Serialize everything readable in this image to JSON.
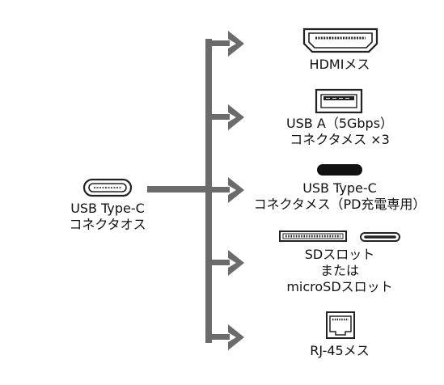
{
  "source": {
    "line1": "USB Type-C",
    "line2": "コネクタオス",
    "icon": "usb-c-connector-icon"
  },
  "outputs": [
    {
      "lines": [
        "HDMIメス"
      ],
      "icon": "hdmi-port-icon"
    },
    {
      "lines": [
        "USB A（5Gbps）",
        "コネクタメス ×3"
      ],
      "icon": "usb-a-port-icon"
    },
    {
      "lines": [
        "USB Type-C",
        "コネクタメス（PD充電専用）"
      ],
      "icon": "usb-c-port-icon"
    },
    {
      "lines": [
        "SDスロット",
        "または",
        "microSDスロット"
      ],
      "icon": "sd-slot-icon"
    },
    {
      "lines": [
        "RJ-45メス"
      ],
      "icon": "rj45-port-icon"
    }
  ],
  "colors": {
    "connector": "#6b6b6b",
    "text": "#111111",
    "icon_stroke": "#222222"
  }
}
